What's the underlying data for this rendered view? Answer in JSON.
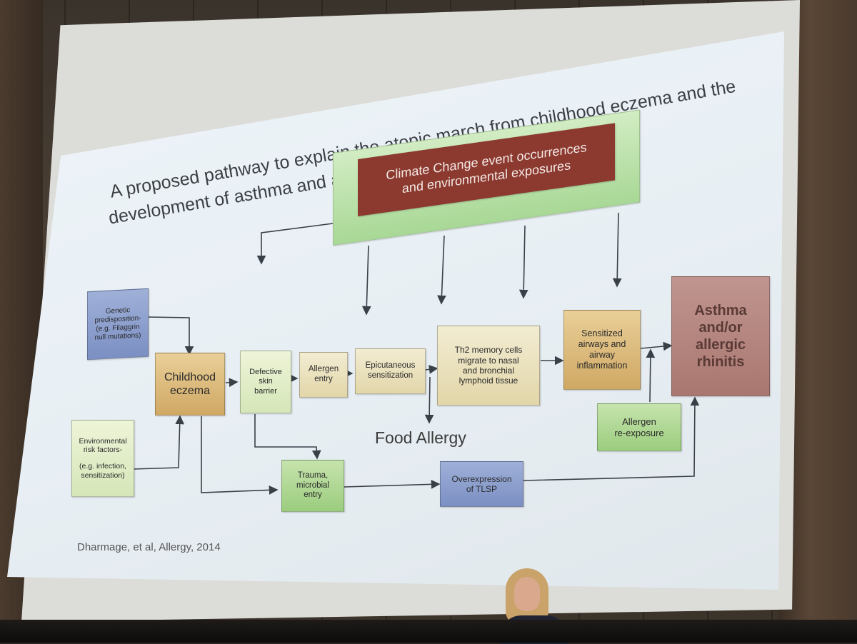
{
  "slide": {
    "title_line1": "A proposed pathway to explain the atopic march from childhood eczema and the",
    "title_line2": "development of asthma and allergic rhinitis",
    "citation": "Dharmage, et al, Allergy, 2014",
    "food_allergy": "Food Allergy"
  },
  "boxes": {
    "climate_line1": "Climate Change event occurrences",
    "climate_line2": "and environmental exposures",
    "genetic_line1": "Genetic",
    "genetic_line2": "predisposition-",
    "genetic_line3": "(e.g. Filaggrin",
    "genetic_line4": "null mutations)",
    "environmental_line1": "Environmental",
    "environmental_line2": "risk factors-",
    "environmental_line3": "(e.g. infection,",
    "environmental_line4": "sensitization)",
    "childhood_line1": "Childhood",
    "childhood_line2": "eczema",
    "defective_line1": "Defective",
    "defective_line2": "skin",
    "defective_line3": "barrier",
    "allergen_entry_line1": "Allergen",
    "allergen_entry_line2": "entry",
    "epicutaneous_line1": "Epicutaneous",
    "epicutaneous_line2": "sensitization",
    "th2_line1": "Th2 memory cells",
    "th2_line2": "migrate to nasal",
    "th2_line3": "and bronchial",
    "th2_line4": "lymphoid tissue",
    "sensitized_line1": "Sensitized",
    "sensitized_line2": "airways and",
    "sensitized_line3": "airway",
    "sensitized_line4": "inflammation",
    "asthma_line1": "Asthma",
    "asthma_line2": "and/or",
    "asthma_line3": "allergic",
    "asthma_line4": "rhinitis",
    "reexposure_line1": "Allergen",
    "reexposure_line2": "re-exposure",
    "trauma_line1": "Trauma,",
    "trauma_line2": "microbial",
    "trauma_line3": "entry",
    "tlsp_line1": "Overexpression",
    "tlsp_line2": "of TLSP"
  },
  "colors": {
    "arrow": "#3a4048",
    "climate_box": "#8c3a30",
    "asthma_box": "#b08680"
  }
}
